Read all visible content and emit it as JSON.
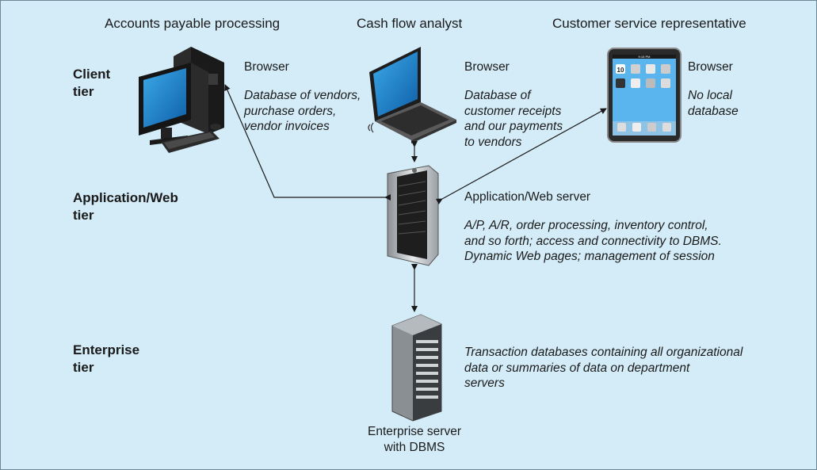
{
  "roles": {
    "accounts_payable": "Accounts payable processing",
    "cash_flow": "Cash flow analyst",
    "customer_service": "Customer service representative"
  },
  "tiers": {
    "client": "Client\ntier",
    "application": "Application/Web\ntier",
    "enterprise": "Enterprise\ntier"
  },
  "desktop": {
    "title": "Browser",
    "description": "Database of vendors,\npurchase orders,\nvendor invoices"
  },
  "laptop": {
    "title": "Browser",
    "description": "Database of\ncustomer receipts\nand our payments\nto vendors"
  },
  "tablet": {
    "title": "Browser",
    "description": "No local\ndatabase"
  },
  "app_server": {
    "title": "Application/Web server",
    "description": "A/P, A/R, order processing, inventory control,\nand so forth; access and connectivity to DBMS.\nDynamic Web pages; management of session"
  },
  "enterprise_server": {
    "description": "Transaction databases containing all organizational\ndata or summaries of data on department\nservers",
    "caption": "Enterprise server\nwith DBMS"
  },
  "tablet_screen": {
    "status_time": "9:15 PM",
    "date_number": "10"
  }
}
